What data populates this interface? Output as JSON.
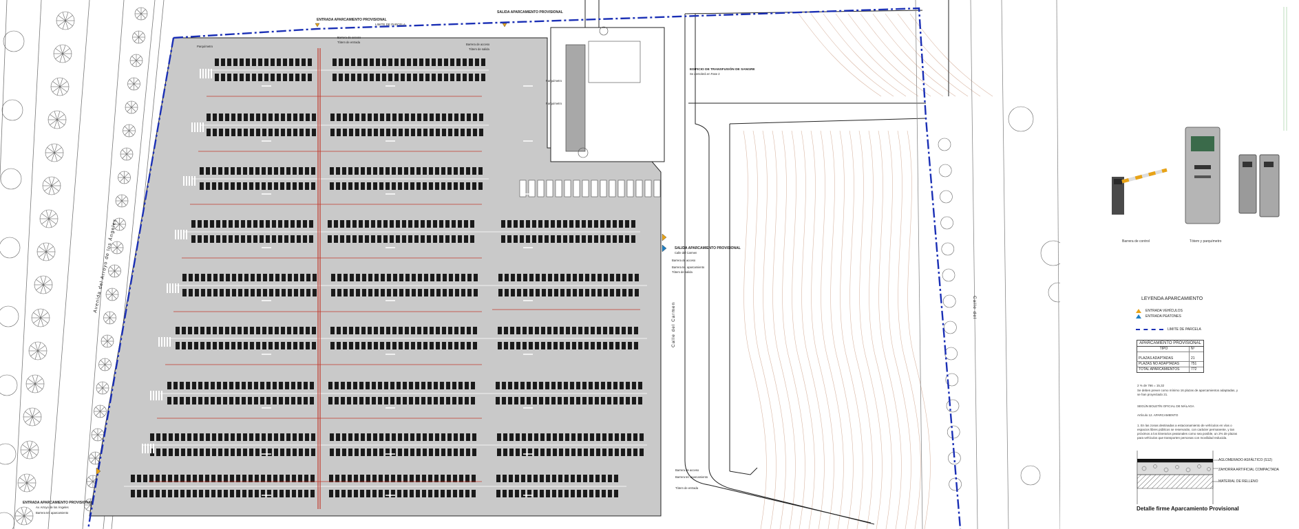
{
  "labels": {
    "entrada_top": "ENTRADA APARCAMIENTO PROVISIONAL",
    "salida_top": "SALIDA APARCAMIENTO PROVISIONAL",
    "limite_parcela": "LIMITE DE PARCELA",
    "barrera_acceso_1": "Barrera de acceso",
    "totem_entrada": "Tótem de entrada",
    "barrera_acceso_2": "Barrera de acceso",
    "totem_salida": "Tótem de salida",
    "parquimetro_1": "Parquímetro",
    "parquimetro_2": "Parquímetro",
    "parquimetro_3": "Parquímetro",
    "edificio_title": "EDIFICIO DE TRANSFUSIÓN DE SANGRE",
    "edificio_sub": "Se demolerá en Fase 2",
    "salida_right": "SALIDA APARCAMIENTO PROVISIONAL",
    "calle_carmen_small": "Calle del Carmen",
    "barrera_acceso_3": "Barrera de acceso",
    "barrera_aparcamiento_1": "Barrera tel. aparcamiento",
    "totem_salida_2": "Tótem de salida",
    "barrera_acceso_4": "Barrera de acceso",
    "barrera_aparcamiento_2": "Barrera tel. aparcamiento",
    "totem_entrada_2": "Tótem de entrada",
    "entrada_bottom": "ENTRADA APARCAMIENTO PROVISIONAL",
    "entrada_bottom_sub": "Av. Arroyo de los Ángeles",
    "entrada_bottom_sub2": "Barrera tel. aparcamiento",
    "avenida": "Avenida del Arroyo de los Ángeles",
    "calle_carmen": "Calle del Carmen",
    "calle_right": "Calle del"
  },
  "panel": {
    "caption_barrera": "Barrera de control",
    "caption_totem": "Tótem y parquímetro",
    "legend_title": "LEYENDA APARCAMIENTO",
    "legend": [
      {
        "label": "ENTRADA VEHÍCULOS",
        "color": "#e8a317"
      },
      {
        "label": "ENTRADA PEATONES",
        "color": "#1e7fc4"
      },
      {
        "label": "LIMITE DE PARCELA",
        "color": "#1a2fb5"
      }
    ],
    "table": {
      "title": "APARCAMIENTO PROVISIONAL",
      "col_tipo": "TIPO",
      "col_no": "Nº",
      "rows": [
        {
          "tipo": "PLAZAS ADAPTADAS",
          "n": "21"
        },
        {
          "tipo": "PLAZAS NO ADAPTADAS",
          "n": "751"
        },
        {
          "tipo": "TOTAL APARCAMIENTOS",
          "n": "772"
        }
      ]
    },
    "note1": "2 % de 766 = 15,32",
    "note2": "Se deben prever como mínimo 16 plazas de aparcamientos adaptadas, y se han proyectado 21.",
    "note3": "SEGÚN BOLETÍN OFICIAL DE MÁLAGA",
    "note4": "Artículo 12. APARCAMIENTO",
    "note5": "1. En las zonas destinadas a estacionamiento de vehículos en vías o espacios libres públicos se reservarán, con carácter permanente, y tan próximos a los itinerarios peatonales como sea posible, un 2% de plazas para vehículos que transporten personas con movilidad reducida.",
    "detail": {
      "layer1": "AGLOMERADO ASFÁLTICO (S12)",
      "layer2": "ZAHORRA ARTIFICIAL COMPACTADA",
      "layer3": "MATERIAL DE RELLENO",
      "title": "Detalle firme Aparcamiento Provisional"
    }
  },
  "colors": {
    "parking_fill": "#c9c9c9",
    "boundary": "#1a2fb5",
    "red_axis": "#c0392b",
    "stall_dark": "#1a1a1a"
  }
}
